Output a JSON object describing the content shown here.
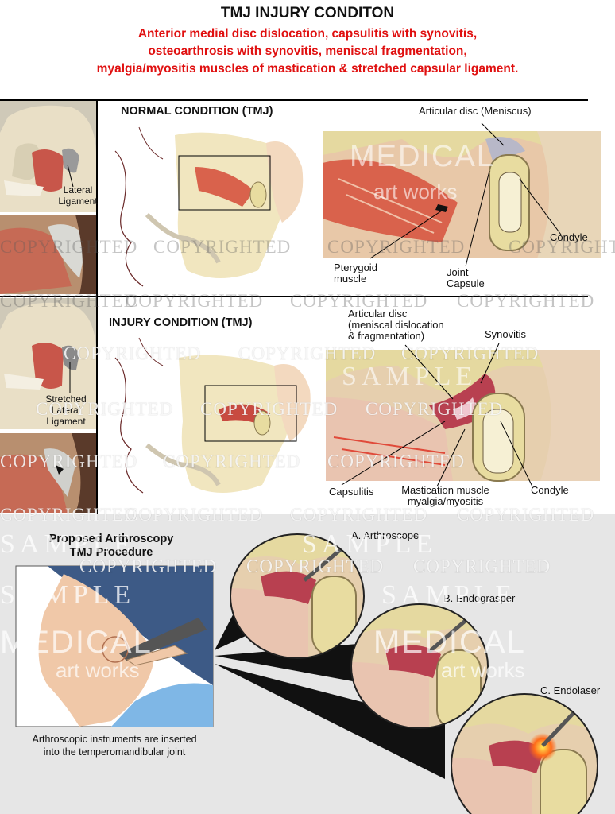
{
  "header": {
    "title": "TMJ INJURY CONDITON",
    "subtitle_lines": [
      "Anterior medial disc dislocation, capsulitis with synovitis,",
      "osteoarthrosis with synovitis, meniscal fragmentation,",
      "myalgia/myositis muscles of mastication & stretched capsular ligament."
    ]
  },
  "normal": {
    "heading": "NORMAL CONDITION (TMJ)",
    "side_label": [
      "Lateral",
      "Ligament"
    ],
    "labels": {
      "articular_disc": "Articular disc (Meniscus)",
      "condyle": "Condyle",
      "pterygoid": [
        "Pterygoid",
        "muscle"
      ],
      "joint_capsule": [
        "Joint",
        "Capsule"
      ]
    }
  },
  "injury": {
    "heading": "INJURY CONDITION (TMJ)",
    "side_label": [
      "Stretched",
      "Lateral",
      "Ligament"
    ],
    "labels": {
      "articular_disc": [
        "Articular disc",
        "(meniscal dislocation",
        "& fragmentation)"
      ],
      "synovitis": "Synovitis",
      "capsulitis": "Capsulitis",
      "mastication": [
        "Mastication muscle",
        "myalgia/myositis"
      ],
      "condyle": "Condyle"
    }
  },
  "procedure": {
    "heading": [
      "Proposed Arthroscopy",
      "TMJ Procedure"
    ],
    "caption": [
      "Arthroscopic instruments are inserted",
      "into the temperomandibular joint"
    ],
    "steps": [
      "A.  Arthroscope",
      "B.  Endograsper",
      "C. Endolaser"
    ]
  },
  "watermarks": {
    "copyright": "COPYRIGHTED",
    "sample": "SAMPLE",
    "brand_top": "MEDICAL",
    "brand_bottom": "art works"
  },
  "colors": {
    "accent_red": "#e01010",
    "muscle": "#d9624c",
    "bone": "#e8dca0",
    "skin": "#f2e3c6",
    "panel_gray": "#e6e6e6"
  }
}
